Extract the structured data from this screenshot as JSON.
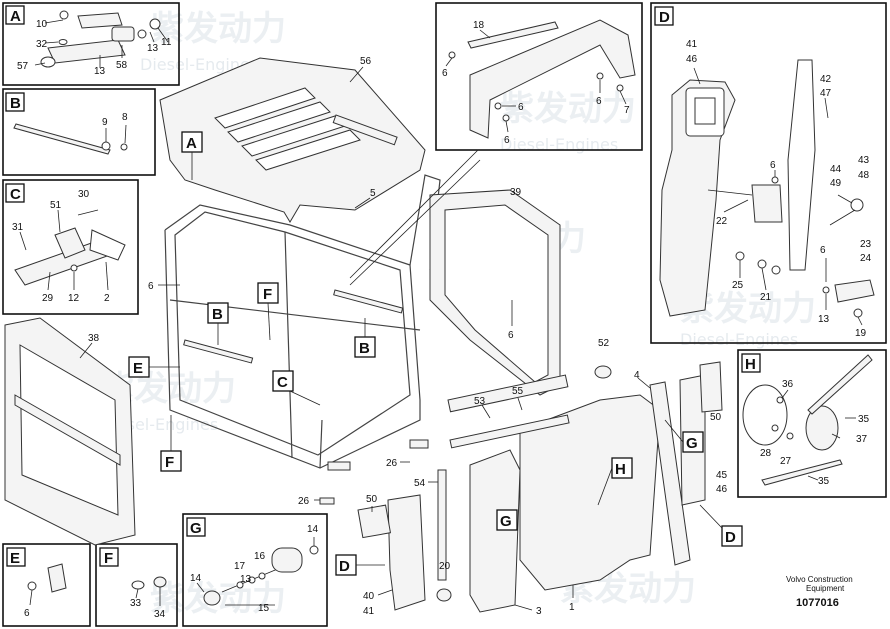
{
  "figure": {
    "brand_line1": "Volvo Construction",
    "brand_line2": "Equipment",
    "figure_number": "1077016"
  },
  "watermark": {
    "cn": "紫发动力",
    "en": "Diesel-Engines"
  },
  "detail_tags": {
    "A": "A",
    "B": "B",
    "C": "C",
    "D": "D",
    "E": "E",
    "F": "F",
    "G": "G",
    "H": "H"
  },
  "part_numbers": {
    "n1": "1",
    "n2": "2",
    "n3": "3",
    "n4": "4",
    "n5": "5",
    "n6": "6",
    "n7": "7",
    "n8": "8",
    "n9": "9",
    "n10": "10",
    "n11": "11",
    "n12": "12",
    "n13": "13",
    "n14": "14",
    "n15": "15",
    "n16": "16",
    "n17": "17",
    "n18": "18",
    "n19": "19",
    "n20": "20",
    "n21": "21",
    "n22": "22",
    "n23": "23",
    "n24": "24",
    "n25": "25",
    "n26": "26",
    "n27": "27",
    "n28": "28",
    "n29": "29",
    "n30": "30",
    "n31": "31",
    "n32": "32",
    "n33": "33",
    "n34": "34",
    "n35": "35",
    "n36": "36",
    "n37": "37",
    "n38": "38",
    "n39": "39",
    "n40": "40",
    "n41": "41",
    "n42": "42",
    "n43": "43",
    "n44": "44",
    "n45": "45",
    "n46": "46",
    "n47": "47",
    "n48": "48",
    "n49": "49",
    "n50": "50",
    "n51": "51",
    "n52": "52",
    "n53": "53",
    "n54": "54",
    "n55": "55",
    "n56": "56",
    "n57": "57",
    "n58": "58"
  }
}
